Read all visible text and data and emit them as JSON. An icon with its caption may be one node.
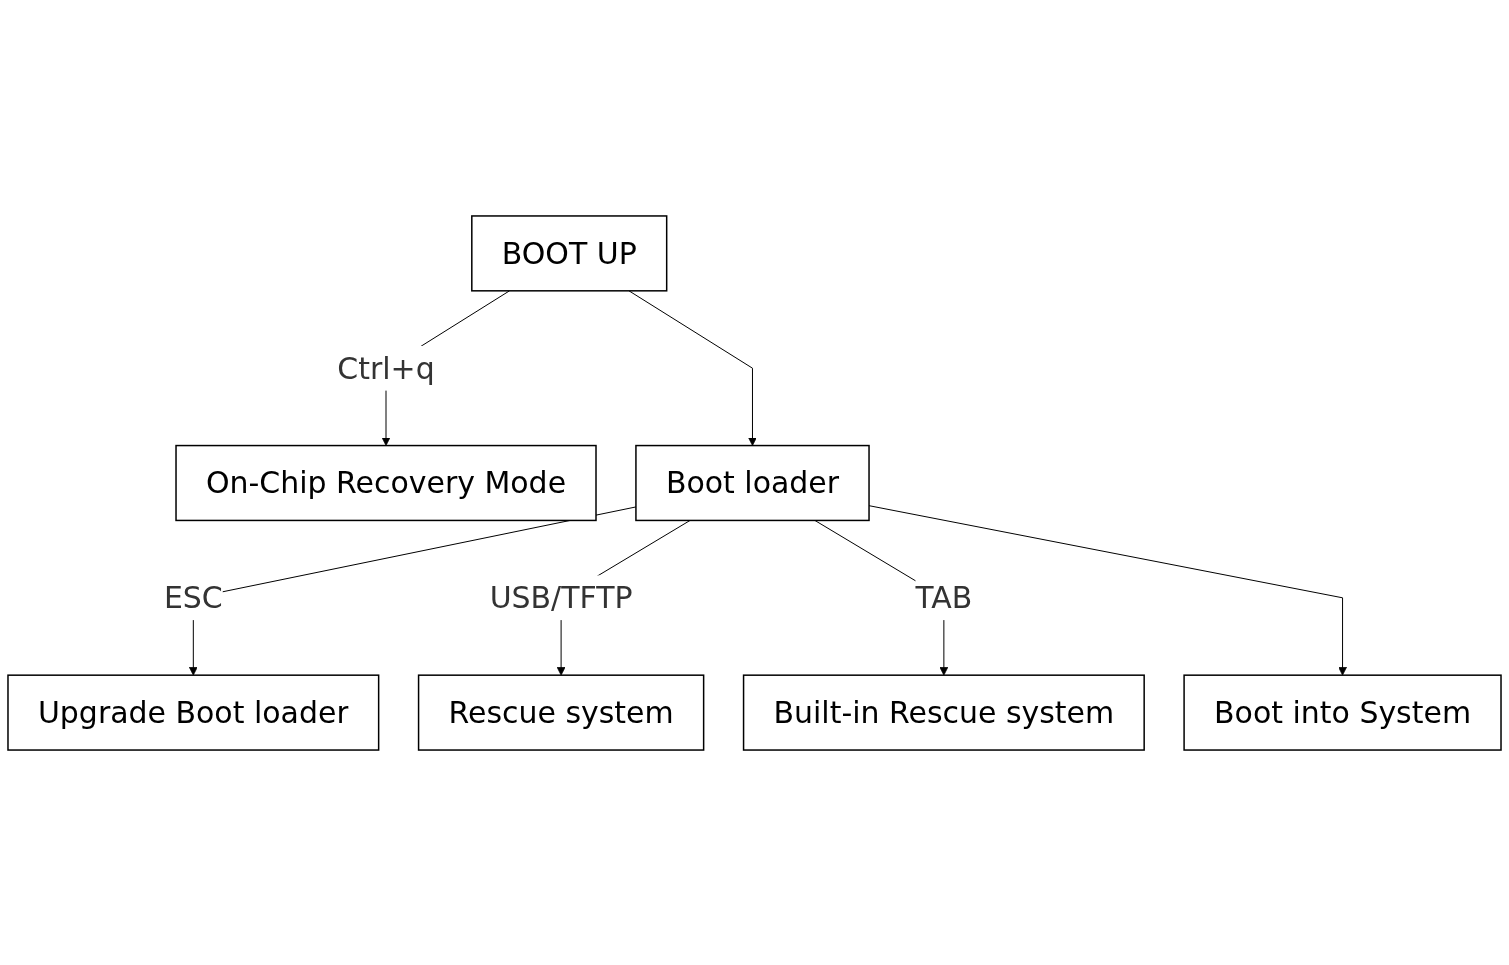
{
  "diagram": {
    "nodes": [
      {
        "text": [
          "BOOT UP"
        ]
      },
      {
        "text": [
          "On-Chip Recovery Mode"
        ]
      },
      {
        "text": [
          "Boot loader"
        ]
      },
      {
        "text": [
          "Upgrade Boot loader"
        ]
      },
      {
        "text": [
          "Rescue system"
        ]
      },
      {
        "text": [
          "Built-in Rescue system"
        ]
      },
      {
        "text": [
          "Boot into System"
        ]
      }
    ],
    "edges": [
      {
        "from": 0,
        "to": 1,
        "arrow": "to",
        "label": "Ctrl+q"
      },
      {
        "from": 0,
        "to": 2,
        "arrow": "to"
      },
      {
        "from": 2,
        "to": 3,
        "arrow": "to",
        "label": "ESC"
      },
      {
        "from": 2,
        "to": 4,
        "arrow": "to",
        "label": "USB/TFTP"
      },
      {
        "from": 2,
        "to": 5,
        "arrow": "to",
        "label": "TAB"
      },
      {
        "from": 2,
        "to": 6,
        "arrow": "to"
      }
    ]
  }
}
